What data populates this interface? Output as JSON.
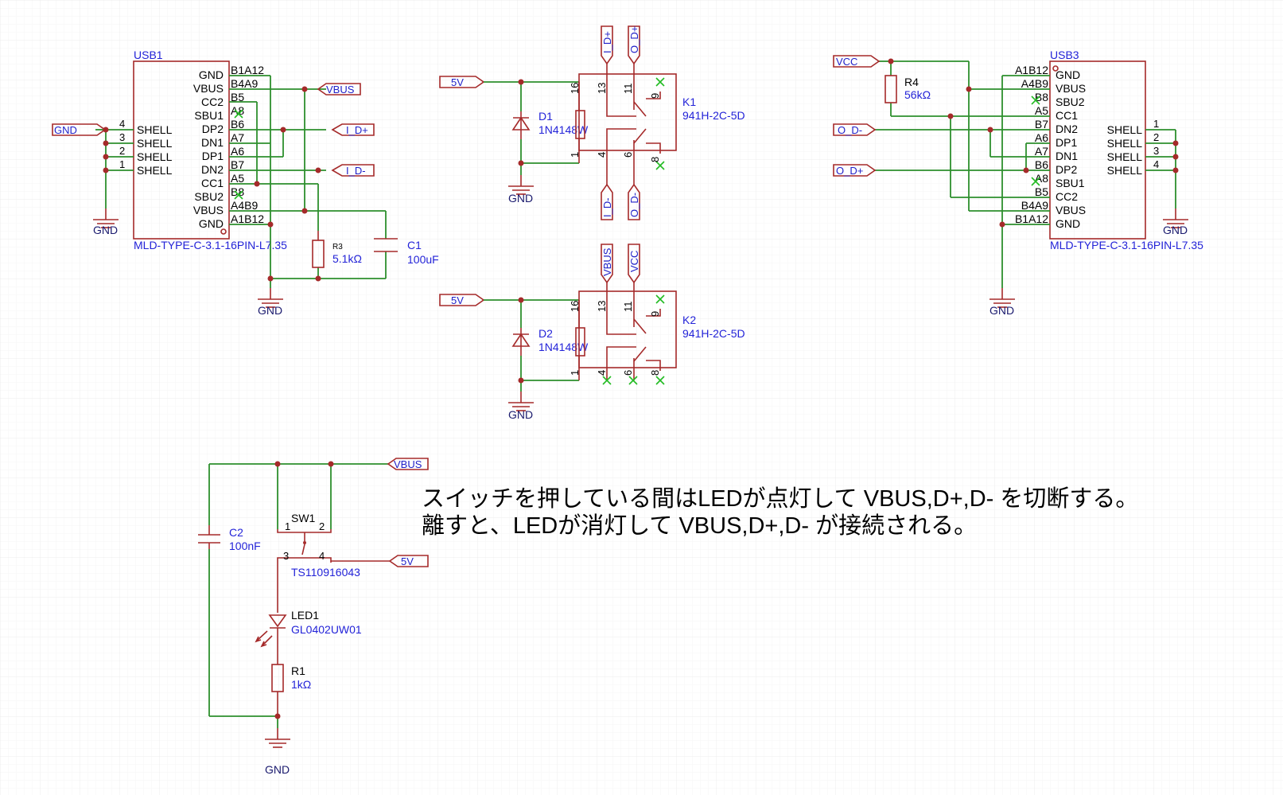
{
  "usb1": {
    "ref": "USB1",
    "part": "MLD-TYPE-C-3.1-16PIN-L7.35",
    "left_pins": [
      "SHELL",
      "SHELL",
      "SHELL",
      "SHELL"
    ],
    "left_nums": [
      "4",
      "3",
      "2",
      "1"
    ],
    "inner_pins": [
      "GND",
      "VBUS",
      "CC2",
      "SBU1",
      "DP2",
      "DN1",
      "DP1",
      "DN2",
      "CC1",
      "SBU2",
      "VBUS",
      "GND"
    ],
    "right_pins": [
      "B1A12",
      "B4A9",
      "B5",
      "A8",
      "B6",
      "A7",
      "A6",
      "B7",
      "A5",
      "B8",
      "A4B9",
      "A1B12"
    ]
  },
  "usb3": {
    "ref": "USB3",
    "part": "MLD-TYPE-C-3.1-16PIN-L7.35",
    "left_pins": [
      "A1B12",
      "A4B9",
      "B8",
      "A5",
      "B7",
      "A6",
      "A7",
      "B6",
      "A8",
      "B5",
      "B4A9",
      "B1A12"
    ],
    "inner_pins": [
      "GND",
      "VBUS",
      "SBU2",
      "CC1",
      "DN2",
      "DP1",
      "DN1",
      "DP2",
      "SBU1",
      "CC2",
      "VBUS",
      "GND"
    ],
    "right_pins": [
      "SHELL",
      "SHELL",
      "SHELL",
      "SHELL"
    ],
    "right_nums": [
      "1",
      "2",
      "3",
      "4"
    ]
  },
  "ports": {
    "gnd_in": "GND",
    "vbus_out": "VBUS",
    "i_dp": "I_D+",
    "i_dm": "I_D-",
    "k1_5v": "5V",
    "k1_top_a": "I_D+",
    "k1_top_b": "O_D+",
    "k1_bot_a": "I_D-",
    "k1_bot_b": "O_D-",
    "k2_5v": "5V",
    "k2_top_a": "VBUS",
    "k2_top_b": "VCC",
    "vcc": "VCC",
    "o_dm": "O_D-",
    "o_dp": "O_D+",
    "vbus_sw": "VBUS",
    "sw_5v": "5V"
  },
  "components": {
    "r3": {
      "ref": "R3",
      "value": "5.1kΩ"
    },
    "c1": {
      "ref": "C1",
      "value": "100uF"
    },
    "d1": {
      "ref": "D1",
      "value": "1N4148W"
    },
    "d2": {
      "ref": "D2",
      "value": "1N4148W"
    },
    "k1": {
      "ref": "K1",
      "value": "941H-2C-5D"
    },
    "k2": {
      "ref": "K2",
      "value": "941H-2C-5D"
    },
    "r4": {
      "ref": "R4",
      "value": "56kΩ"
    },
    "sw1": {
      "ref": "SW1",
      "value": "TS110916043"
    },
    "c2": {
      "ref": "C2",
      "value": "100nF"
    },
    "led1": {
      "ref": "LED1",
      "value": "GL0402UW01"
    },
    "r1": {
      "ref": "R1",
      "value": "1kΩ"
    }
  },
  "relay_pins": {
    "p16": "16",
    "p13": "13",
    "p11": "11",
    "p9": "9",
    "p1": "1",
    "p4": "4",
    "p6": "6",
    "p8": "8"
  },
  "sw_pins": {
    "p1": "1",
    "p2": "2",
    "p3": "3",
    "p4": "4"
  },
  "gnd_label": "GND",
  "note": {
    "line1": "スイッチを押している間はLEDが点灯して VBUS,D+,D- を切断する。",
    "line2": "離すと、LEDが消灯して VBUS,D+,D- が接続される。"
  }
}
